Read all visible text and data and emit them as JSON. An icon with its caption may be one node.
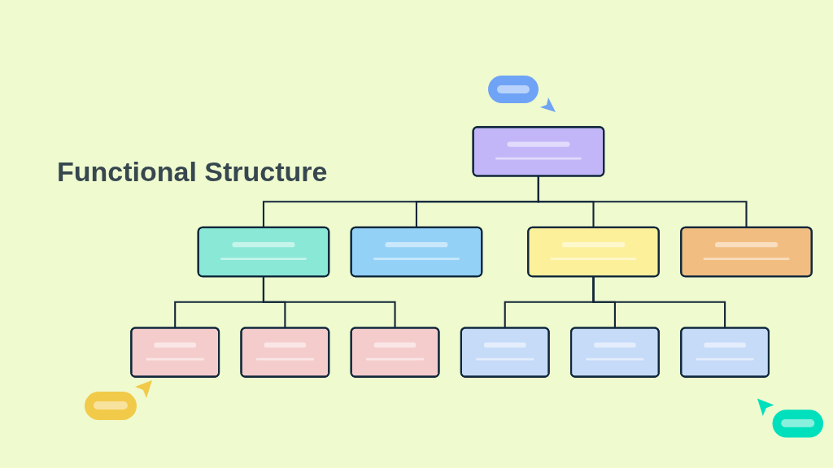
{
  "diagram": {
    "title": "Functional Structure",
    "nodes": [
      {
        "text": [],
        "shape": "box"
      },
      {
        "text": [],
        "shape": "box"
      },
      {
        "text": [],
        "shape": "box"
      },
      {
        "text": [],
        "shape": "box"
      },
      {
        "text": [],
        "shape": "box"
      },
      {
        "text": [],
        "shape": "box"
      },
      {
        "text": [],
        "shape": "box"
      },
      {
        "text": [],
        "shape": "box"
      },
      {
        "text": [],
        "shape": "box"
      },
      {
        "text": [],
        "shape": "box"
      },
      {
        "text": [],
        "shape": "box"
      }
    ],
    "edges": [
      {
        "from": 0,
        "to": 1,
        "arrow": "none"
      },
      {
        "from": 0,
        "to": 2,
        "arrow": "none"
      },
      {
        "from": 0,
        "to": 3,
        "arrow": "none"
      },
      {
        "from": 0,
        "to": 4,
        "arrow": "none"
      },
      {
        "from": 1,
        "to": 5,
        "arrow": "none"
      },
      {
        "from": 1,
        "to": 6,
        "arrow": "none"
      },
      {
        "from": 1,
        "to": 7,
        "arrow": "none"
      },
      {
        "from": 3,
        "to": 8,
        "arrow": "none"
      },
      {
        "from": 3,
        "to": 9,
        "arrow": "none"
      },
      {
        "from": 3,
        "to": 10,
        "arrow": "none"
      }
    ]
  }
}
